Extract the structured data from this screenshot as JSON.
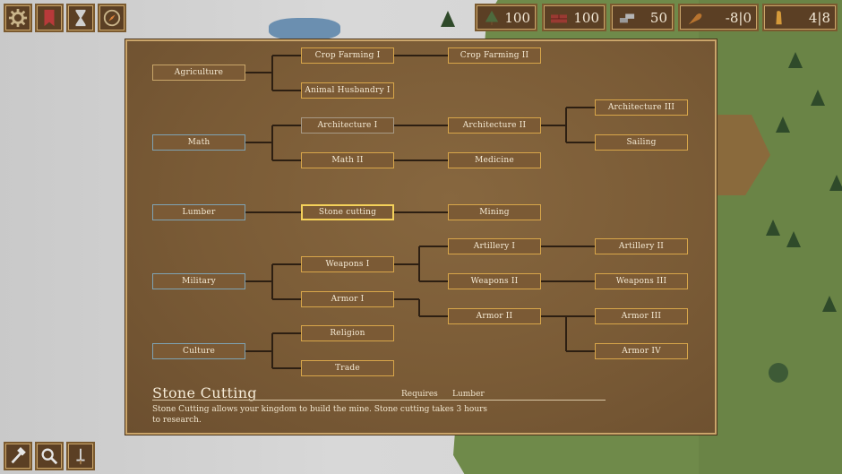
{
  "toolbar_top": {
    "buttons": [
      {
        "name": "settings",
        "icon": "gear-icon"
      },
      {
        "name": "banner",
        "icon": "banner-icon"
      },
      {
        "name": "time",
        "icon": "hourglass-icon"
      },
      {
        "name": "compass",
        "icon": "compass-icon"
      }
    ]
  },
  "resources": [
    {
      "icon": "tree-icon",
      "value": "100"
    },
    {
      "icon": "brick-icon",
      "value": "100"
    },
    {
      "icon": "stone-icon",
      "value": "50"
    },
    {
      "icon": "food-icon",
      "value": "-8|0"
    },
    {
      "icon": "population-icon",
      "value": "4|8"
    }
  ],
  "tech_tree": {
    "roots": {
      "agriculture": "Agriculture",
      "math": "Math",
      "lumber": "Lumber",
      "military": "Military",
      "culture": "Culture"
    },
    "nodes": {
      "crop_farming_1": "Crop Farming I",
      "crop_farming_2": "Crop Farming II",
      "animal_husbandry_1": "Animal Husbandry I",
      "architecture_1": "Architecture I",
      "architecture_2": "Architecture II",
      "architecture_3": "Architecture III",
      "sailing": "Sailing",
      "math_2": "Math II",
      "medicine": "Medicine",
      "stone_cutting": "Stone cutting",
      "mining": "Mining",
      "weapons_1": "Weapons I",
      "artillery_1": "Artillery I",
      "artillery_2": "Artillery II",
      "weapons_2": "Weapons II",
      "weapons_3": "Weapons III",
      "armor_1": "Armor I",
      "armor_2": "Armor II",
      "armor_3": "Armor III",
      "armor_4": "Armor IV",
      "religion": "Religion",
      "trade": "Trade"
    }
  },
  "detail": {
    "title": "Stone Cutting",
    "requires_label": "Requires",
    "requires_value": "Lumber",
    "description": "Stone Cutting allows your kingdom to build the mine. Stone cutting takes 3 hours to research."
  },
  "toolbar_bottom": {
    "buttons": [
      {
        "name": "build",
        "icon": "hammer-icon"
      },
      {
        "name": "inspect",
        "icon": "magnifier-icon"
      },
      {
        "name": "sword",
        "icon": "sword-icon"
      }
    ]
  },
  "colors": {
    "panel": "#7a5b36",
    "node_border": "#d8a64a",
    "selected_border": "#f4d15a",
    "researched_border": "#7fa3b3",
    "text": "#f5ead4"
  }
}
